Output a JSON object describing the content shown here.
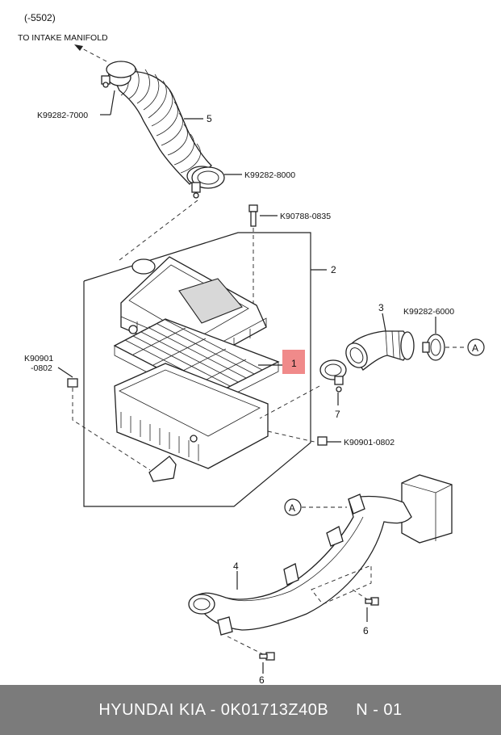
{
  "header": {
    "range": "(-5502)",
    "direction": "TO INTAKE MANIFOLD"
  },
  "callouts": {
    "clamp_top": "K99282-7000",
    "clamp_mid": "K99282-8000",
    "bolt": "K90788-0835",
    "nut_left_a": "K90901",
    "nut_left_b": "-0802",
    "clamp_right": "K99282-6000",
    "nut_right": "K90901-0802"
  },
  "part_numbers": {
    "p1": "1",
    "p2": "2",
    "p3": "3",
    "p4": "4",
    "p5": "5",
    "p6a": "6",
    "p6b": "6",
    "p7": "7"
  },
  "refs": {
    "a_right": "A",
    "a_left": "A"
  },
  "highlight_color": "#f08a8a",
  "footer": {
    "brand": "HYUNDAI  KIA - 0K01713Z40B",
    "page": "N - 01"
  }
}
